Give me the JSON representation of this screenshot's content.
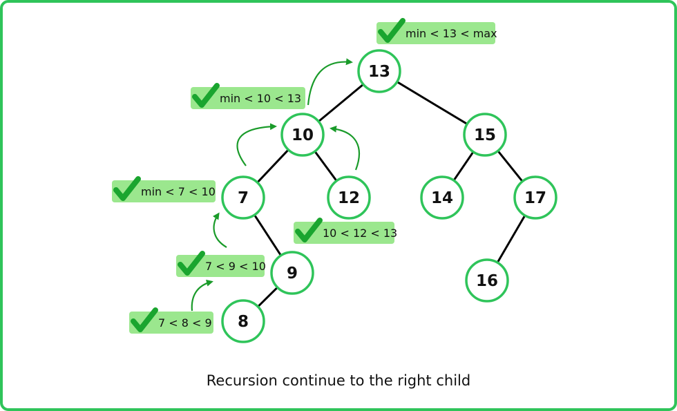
{
  "colors": {
    "frame": "#2fc45a",
    "node_stroke": "#2fc45a",
    "badge_fill": "#9be78e",
    "check": "#1aa52f",
    "arrow": "#1a9b2a",
    "edge": "#000000"
  },
  "tree": {
    "nodes": [
      {
        "id": "n13",
        "label": "13"
      },
      {
        "id": "n10",
        "label": "10"
      },
      {
        "id": "n15",
        "label": "15"
      },
      {
        "id": "n7",
        "label": "7"
      },
      {
        "id": "n12",
        "label": "12"
      },
      {
        "id": "n14",
        "label": "14"
      },
      {
        "id": "n17",
        "label": "17"
      },
      {
        "id": "n9",
        "label": "9"
      },
      {
        "id": "n16",
        "label": "16"
      },
      {
        "id": "n8",
        "label": "8"
      }
    ],
    "edges": [
      [
        "n13",
        "n10"
      ],
      [
        "n13",
        "n15"
      ],
      [
        "n10",
        "n7"
      ],
      [
        "n10",
        "n12"
      ],
      [
        "n15",
        "n14"
      ],
      [
        "n15",
        "n17"
      ],
      [
        "n7",
        "n9"
      ],
      [
        "n9",
        "n8"
      ],
      [
        "n17",
        "n16"
      ]
    ]
  },
  "badges": [
    {
      "id": "b13",
      "label": "min < 13 < max",
      "icon": "check-icon"
    },
    {
      "id": "b10",
      "label": "min < 10 < 13",
      "icon": "check-icon"
    },
    {
      "id": "b7",
      "label": "min < 7 < 10",
      "icon": "check-icon"
    },
    {
      "id": "b12",
      "label": "10 < 12 < 13",
      "icon": "check-icon"
    },
    {
      "id": "b9",
      "label": "7 < 9 < 10",
      "icon": "check-icon"
    },
    {
      "id": "b8",
      "label": "7 < 8 < 9",
      "icon": "check-icon"
    }
  ],
  "caption": "Recursion continue to the right child"
}
